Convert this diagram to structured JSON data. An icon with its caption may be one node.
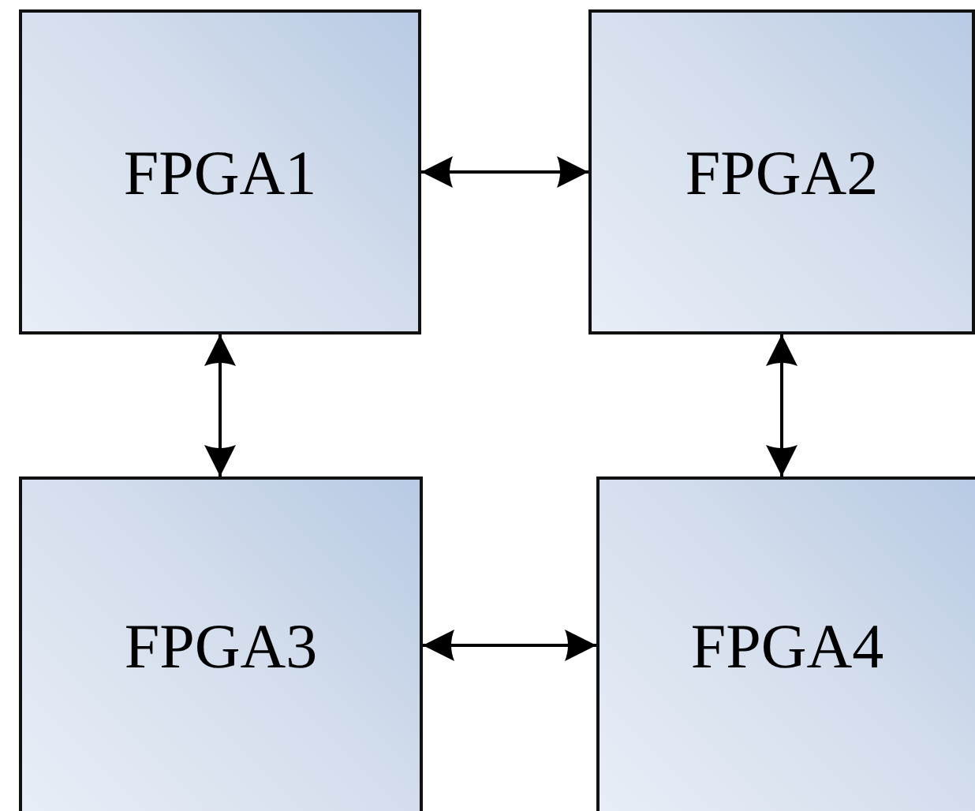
{
  "diagram": {
    "nodes": [
      {
        "text": [
          "FPGA1"
        ]
      },
      {
        "text": [
          "FPGA2"
        ]
      },
      {
        "text": [
          "FPGA3"
        ]
      },
      {
        "text": [
          "FPGA4"
        ]
      }
    ],
    "edges": [
      {
        "from": 0,
        "to": 1,
        "arrow": "both"
      },
      {
        "from": 0,
        "to": 2,
        "arrow": "both"
      },
      {
        "from": 1,
        "to": 3,
        "arrow": "both"
      },
      {
        "from": 2,
        "to": 3,
        "arrow": "both"
      }
    ]
  }
}
